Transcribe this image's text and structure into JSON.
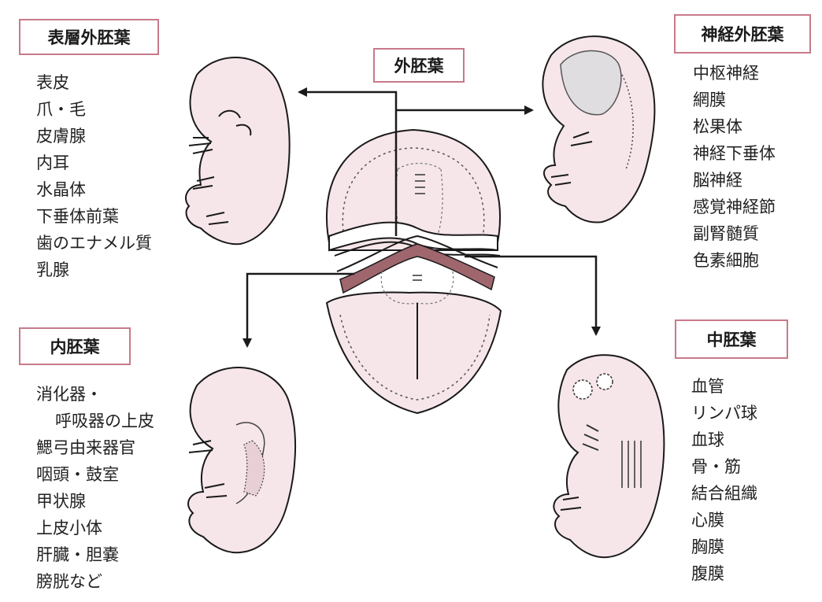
{
  "center": {
    "label": "外胚葉"
  },
  "groups": {
    "surface_ectoderm": {
      "title": "表層外胚葉",
      "items": [
        "表皮",
        "爪・毛",
        "皮膚腺",
        "内耳",
        "水晶体",
        "下垂体前葉",
        "歯のエナメル質",
        "乳腺"
      ]
    },
    "neural_ectoderm": {
      "title": "神経外胚葉",
      "items": [
        "中枢神経",
        "網膜",
        "松果体",
        "神経下垂体",
        "脳神経",
        "感覚神経節",
        "副腎髄質",
        "色素細胞"
      ]
    },
    "endoderm": {
      "title": "内胚葉",
      "items": [
        "消化器・",
        "呼吸器の上皮",
        "鰓弓由来器官",
        "咽頭・鼓室",
        "甲状腺",
        "上皮小体",
        "肝臓・胆嚢",
        "膀胱など"
      ]
    },
    "mesoderm": {
      "title": "中胚葉",
      "items": [
        "血管",
        "リンパ球",
        "血球",
        "骨・筋",
        "結合組織",
        "心膜",
        "胸膜",
        "腹膜"
      ]
    }
  },
  "colors": {
    "box_border": "#c8798a",
    "embryo_fill": "#f6e6ea",
    "mesoderm_band": "#a0666d",
    "line": "#1a1a1a"
  }
}
